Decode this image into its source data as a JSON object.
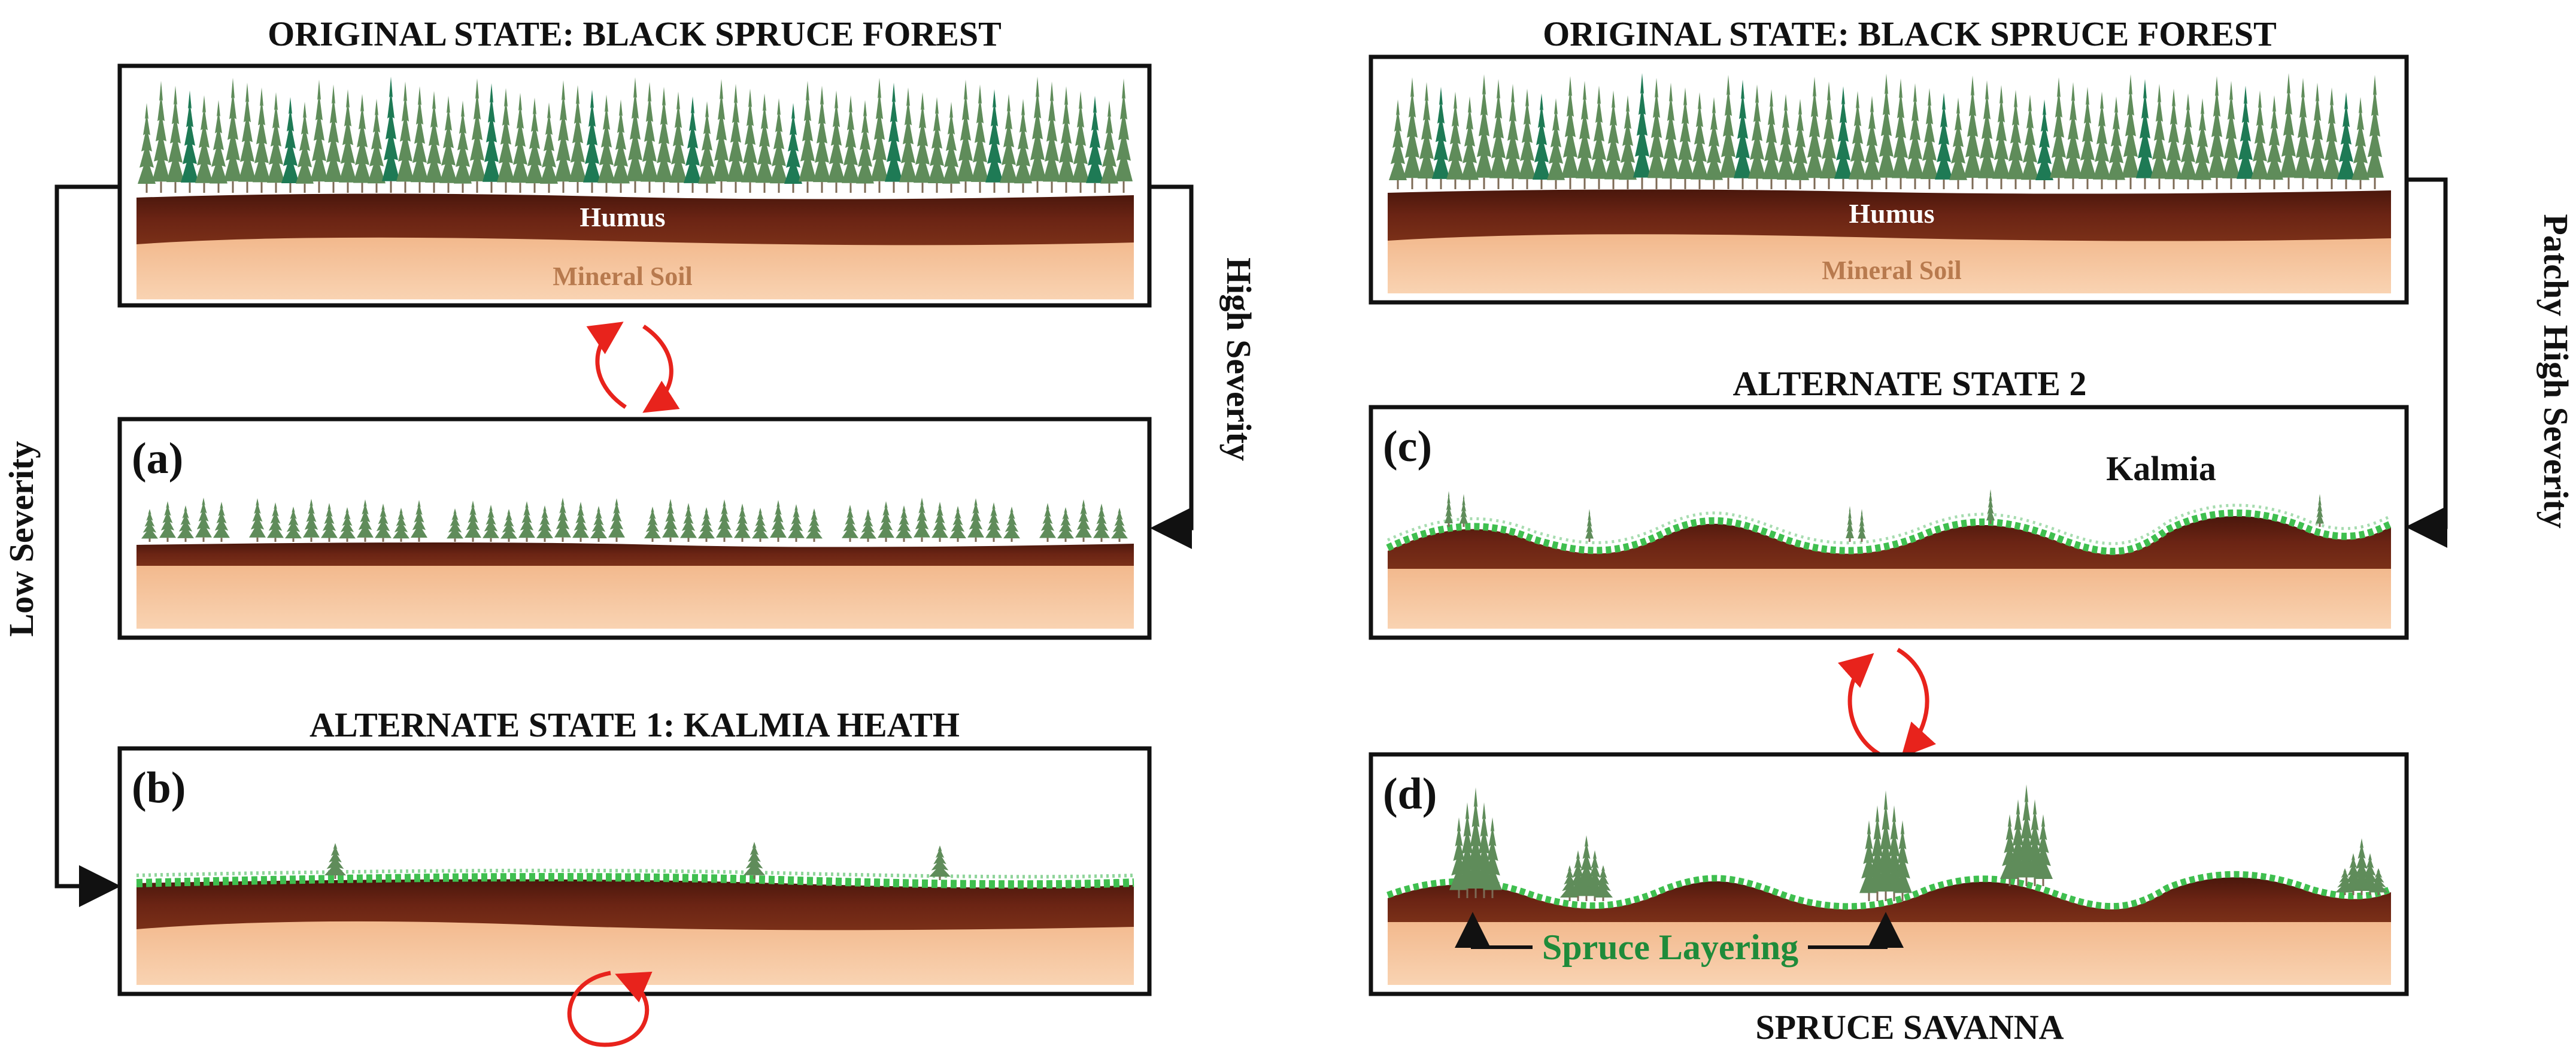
{
  "left": {
    "top_title": "ORIGINAL STATE: BLACK SPRUCE FOREST",
    "top_humus": "Humus",
    "top_mineral": "Mineral Soil",
    "panel_a": "(a)",
    "panel_b": "(b)",
    "alt_title": "ALTERNATE STATE 1: KALMIA HEATH",
    "high_severity": "High Severity",
    "low_severity": "Low Severity"
  },
  "right": {
    "top_title": "ORIGINAL STATE: BLACK SPRUCE FOREST",
    "top_humus": "Humus",
    "top_mineral": "Mineral Soil",
    "alt_title": "ALTERNATE STATE 2",
    "panel_c": "(c)",
    "panel_d": "(d)",
    "kalmia": "Kalmia",
    "spruce_layering": "Spruce Layering",
    "bottom_title": "SPRUCE SAVANNA",
    "patchy_high_severity": "Patchy High Severity"
  },
  "colors": {
    "humus": "#6b2414",
    "mineral": "#f6c29a",
    "spruce": "#5f8c5a",
    "kalmia_green": "#3fbf4f",
    "arrow_red": "#e8231c",
    "label_green": "#1f8b3a"
  }
}
